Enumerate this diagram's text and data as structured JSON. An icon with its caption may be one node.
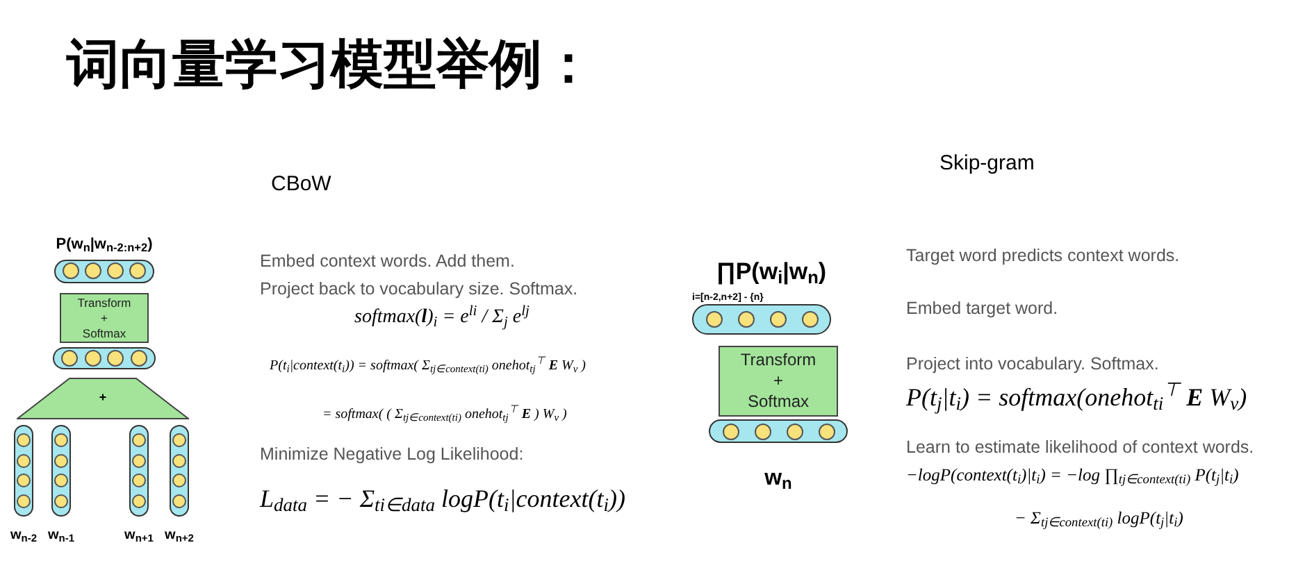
{
  "diagram": {
    "title": "词向量学习模型举例：",
    "nodes": [
      {
        "text": [
          "P(w$_{n}$|w$_{n-2:n+2}$)"
        ]
      },
      {
        "text": [
          "Transform + Softmax"
        ]
      },
      {
        "text": [],
        "shape": "bar"
      },
      {
        "text": [
          "+"
        ]
      },
      {
        "text": [
          "w$_{n-2}$"
        ]
      },
      {
        "text": [
          "w$_{n-1}$"
        ]
      },
      {
        "text": [
          "w$_{n+1}$"
        ]
      },
      {
        "text": [
          "w$_{n+2}$"
        ]
      },
      {
        "text": [
          "∏P(w$_{i}$|w$_{n}$)",
          "i=[n-2,n+2] - {n}"
        ]
      },
      {
        "text": [
          "Transform + Softmax"
        ]
      },
      {
        "text": [
          "w$_{n}$"
        ]
      }
    ],
    "labels": [
      "CBoW",
      "Skip-gram",
      "Embed context words. Add them.",
      "Project back to vocabulary size. Softmax.",
      "softmax(**l**)$_{i}$ = e$^{li}$ / Σ$_{j}$ e$^{lj}$",
      "P(t$_{i}$|context(t$_{i}$)) = softmax( Σ$_{tj∈context(ti)}$ onehot$_{tj}$$^{⊤}$ **E** W$_{v}$ )",
      "= softmax( ( Σ$_{tj∈context(ti)}$ onehot$_{tj}$$^{⊤}$ **E** ) W$_{v}$ )",
      "Minimize Negative Log Likelihood:",
      "L$_{data}$ = − Σ$_{ti∈data}$ logP(t$_{i}$|context(t$_{i}$))",
      "Target word predicts context words.",
      "Embed target word.",
      "Project into vocabulary. Softmax.",
      "P(t$_{j}$|t$_{i}$) = softmax(onehot$_{ti}$$^{⊤}$ **E** W$_{v}$)",
      "Learn to estimate likelihood of context words.",
      "−logP(context(t$_{i}$)|t$_{i}$) = −log ∏$_{tj∈context(ti)}$ P(t$_{j}$|t$_{i}$)",
      "− Σ$_{tj∈context(ti)}$ logP(t$_{j}$|t$_{i}$)"
    ]
  }
}
